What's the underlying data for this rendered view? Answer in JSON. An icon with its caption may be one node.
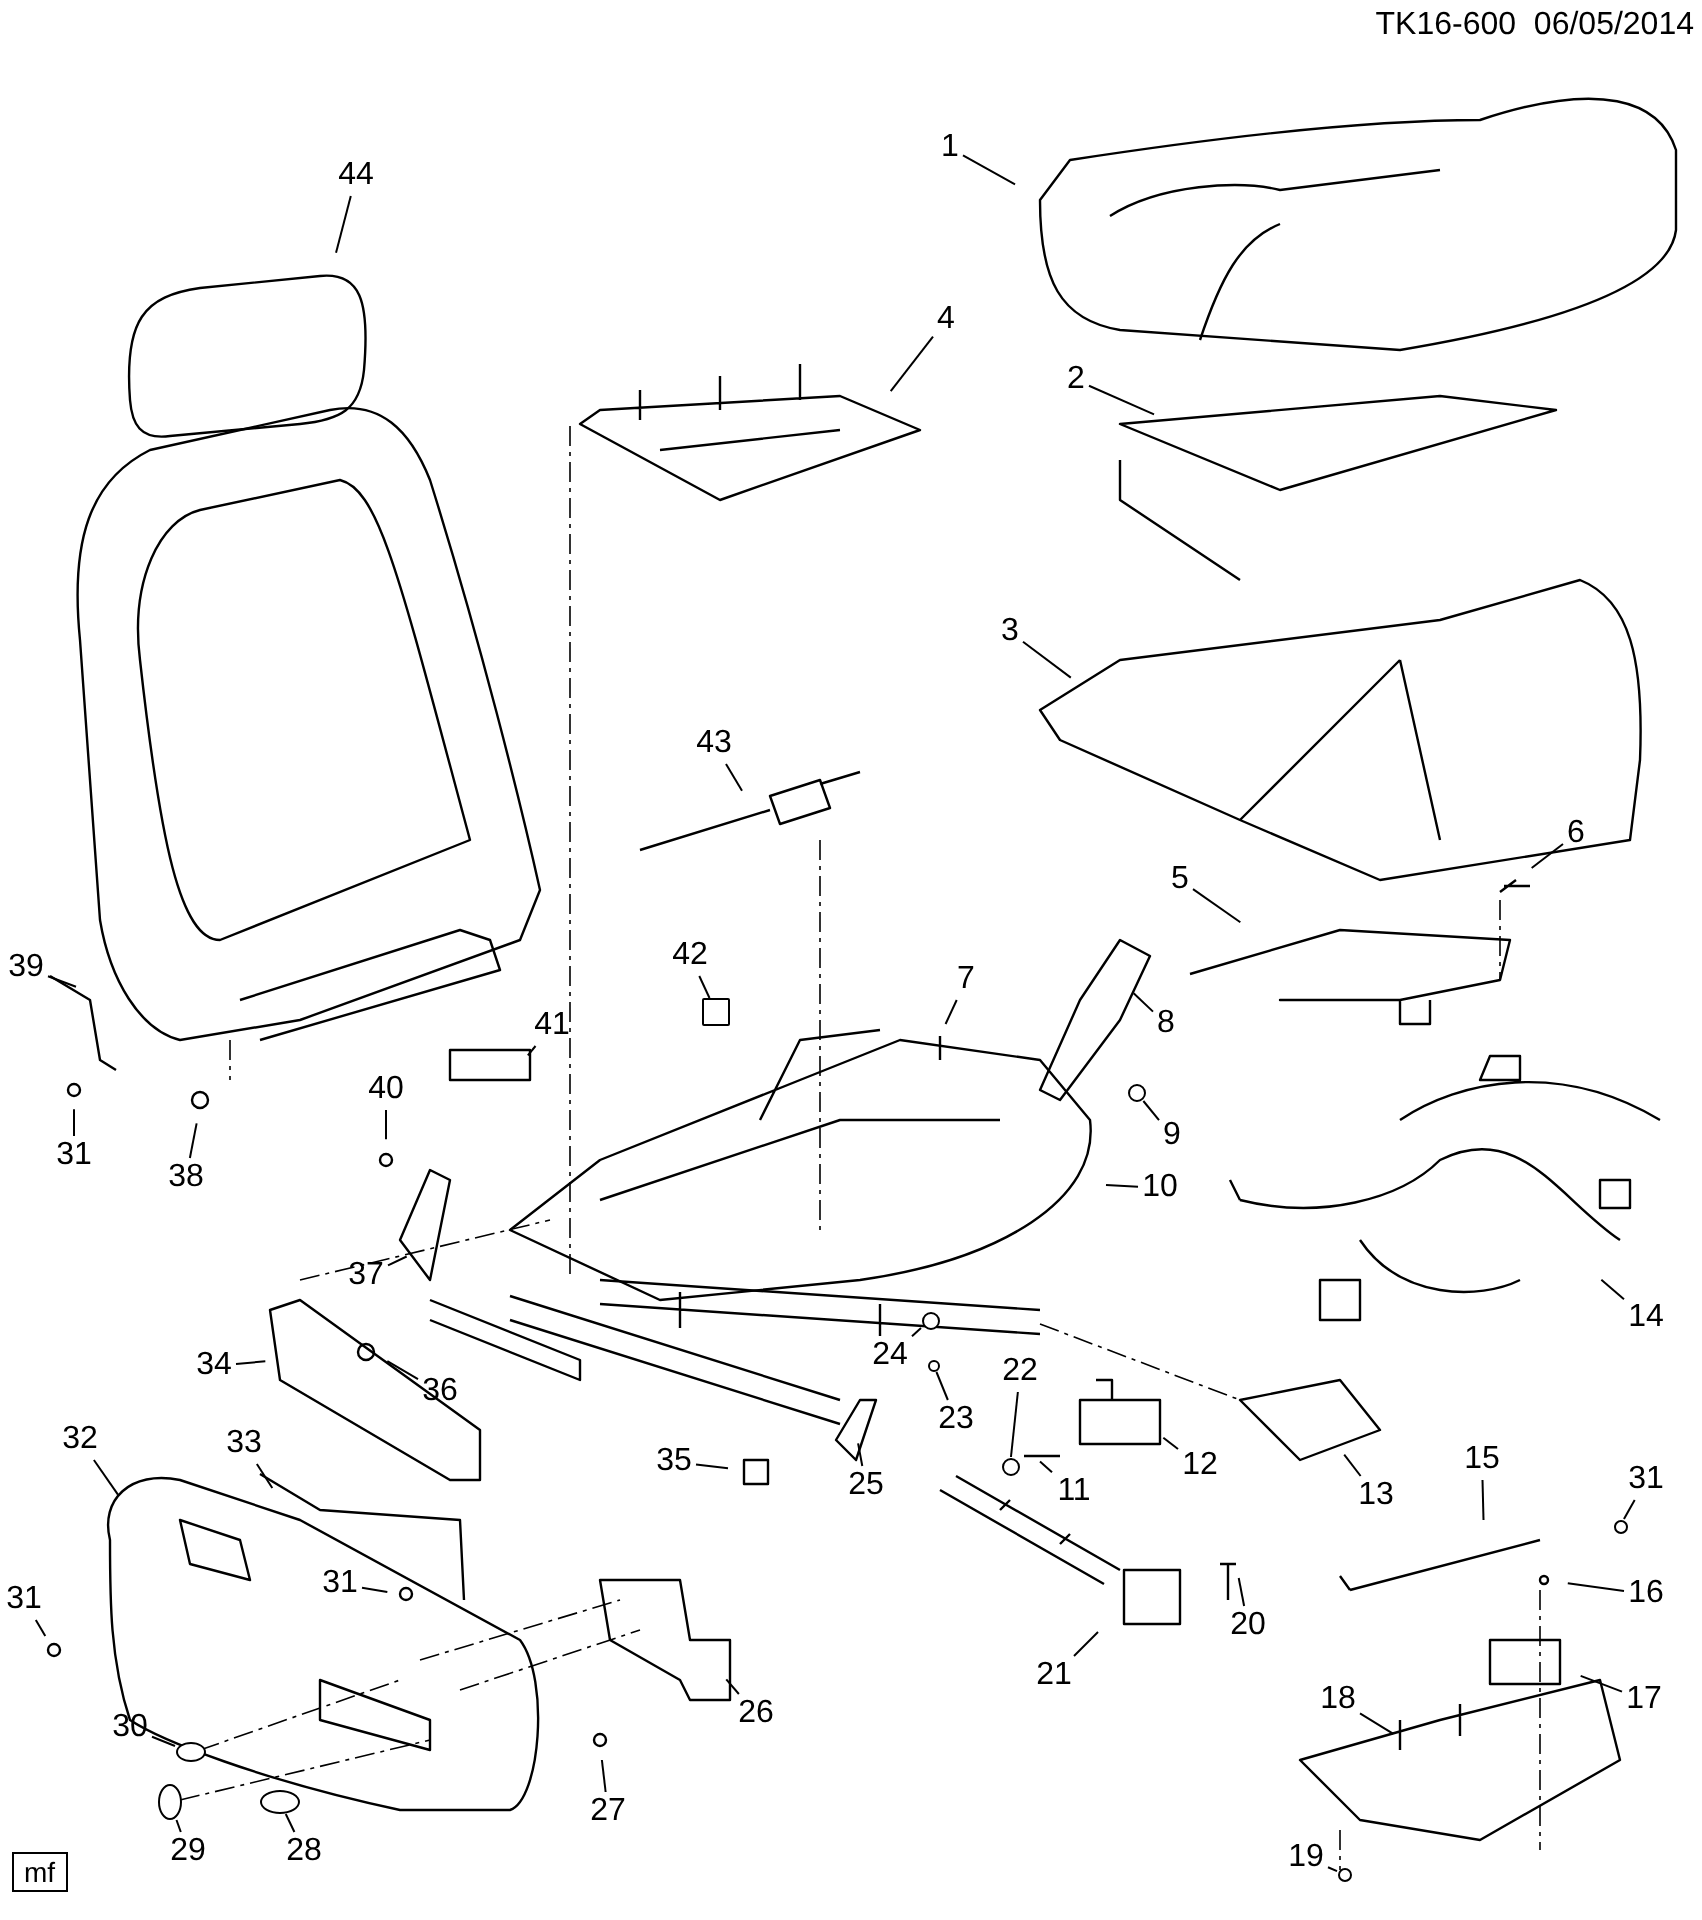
{
  "diagram": {
    "nodes": [
      {
        "text": [
          "1"
        ]
      },
      {
        "text": [
          "44"
        ]
      },
      {
        "text": [
          "4"
        ]
      },
      {
        "text": [
          "2"
        ]
      },
      {
        "text": [
          "3"
        ]
      },
      {
        "text": [
          "43"
        ]
      },
      {
        "text": [
          "6"
        ]
      },
      {
        "text": [
          "5"
        ]
      },
      {
        "text": [
          "42"
        ]
      },
      {
        "text": [
          "39"
        ]
      },
      {
        "text": [
          "7"
        ]
      },
      {
        "text": [
          "8"
        ]
      },
      {
        "text": [
          "41"
        ]
      },
      {
        "text": [
          "40"
        ]
      },
      {
        "text": [
          "9"
        ]
      },
      {
        "text": [
          "31"
        ]
      },
      {
        "text": [
          "38"
        ]
      },
      {
        "text": [
          "10"
        ]
      },
      {
        "text": [
          "37"
        ]
      },
      {
        "text": [
          "14"
        ]
      },
      {
        "text": [
          "24"
        ]
      },
      {
        "text": [
          "34"
        ]
      },
      {
        "text": [
          "22"
        ]
      },
      {
        "text": [
          "36"
        ]
      },
      {
        "text": [
          "23"
        ]
      },
      {
        "text": [
          "32"
        ]
      },
      {
        "text": [
          "33"
        ]
      },
      {
        "text": [
          "15"
        ]
      },
      {
        "text": [
          "35"
        ]
      },
      {
        "text": [
          "12"
        ]
      },
      {
        "text": [
          "31"
        ]
      },
      {
        "text": [
          "25"
        ]
      },
      {
        "text": [
          "11"
        ]
      },
      {
        "text": [
          "13"
        ]
      },
      {
        "text": [
          "31"
        ]
      },
      {
        "text": [
          "16"
        ]
      },
      {
        "text": [
          "31"
        ]
      },
      {
        "text": [
          "20"
        ]
      },
      {
        "text": [
          "21"
        ]
      },
      {
        "text": [
          "17"
        ]
      },
      {
        "text": [
          "18"
        ]
      },
      {
        "text": [
          "26"
        ]
      },
      {
        "text": [
          "30"
        ]
      },
      {
        "text": [
          "27"
        ]
      },
      {
        "text": [
          "29"
        ]
      },
      {
        "text": [
          "28"
        ]
      },
      {
        "text": [
          "19"
        ]
      },
      {
        "text": [
          "mf"
        ]
      },
      {
        "text": [],
        "shape": "box"
      },
      {
        "text": [],
        "shape": "circle"
      },
      {
        "text": [],
        "shape": "circle"
      },
      {
        "text": [],
        "shape": "circle"
      },
      {
        "text": [],
        "shape": "circle"
      },
      {
        "text": [],
        "shape": "circle"
      },
      {
        "text": [],
        "shape": "circle"
      },
      {
        "text": [],
        "shape": "circle"
      },
      {
        "text": [],
        "shape": "circle"
      },
      {
        "text": [],
        "shape": "circle"
      }
    ],
    "edges": [
      {
        "from": 0,
        "to": null,
        "arrow": "none"
      },
      {
        "from": 1,
        "to": null,
        "arrow": "none"
      },
      {
        "from": 2,
        "to": null,
        "arrow": "none"
      },
      {
        "from": 3,
        "to": null,
        "arrow": "none"
      },
      {
        "from": 4,
        "to": null,
        "arrow": "none"
      },
      {
        "from": 5,
        "to": null,
        "arrow": "none"
      },
      {
        "from": 6,
        "to": null,
        "arrow": "none"
      },
      {
        "from": 7,
        "to": null,
        "arrow": "none"
      },
      {
        "from": 8,
        "to": 48,
        "arrow": "none"
      },
      {
        "from": 9,
        "to": null,
        "arrow": "none"
      },
      {
        "from": 10,
        "to": null,
        "arrow": "none"
      },
      {
        "from": 11,
        "to": null,
        "arrow": "none"
      },
      {
        "from": 12,
        "to": null,
        "arrow": "none"
      },
      {
        "from": 13,
        "to": null,
        "arrow": "none"
      },
      {
        "from": 14,
        "to": 49,
        "arrow": "none"
      },
      {
        "from": 15,
        "to": null,
        "arrow": "none"
      },
      {
        "from": 16,
        "to": null,
        "arrow": "none"
      },
      {
        "from": 17,
        "to": null,
        "arrow": "none"
      },
      {
        "from": 18,
        "to": null,
        "arrow": "none"
      },
      {
        "from": 19,
        "to": null,
        "arrow": "none"
      },
      {
        "from": 20,
        "to": 50,
        "arrow": "none"
      },
      {
        "from": 21,
        "to": null,
        "arrow": "none"
      },
      {
        "from": 22,
        "to": 52,
        "arrow": "none"
      },
      {
        "from": 23,
        "to": null,
        "arrow": "none"
      },
      {
        "from": 24,
        "to": 51,
        "arrow": "none"
      },
      {
        "from": 25,
        "to": null,
        "arrow": "none"
      },
      {
        "from": 26,
        "to": null,
        "arrow": "none"
      },
      {
        "from": 27,
        "to": null,
        "arrow": "none"
      },
      {
        "from": 28,
        "to": null,
        "arrow": "none"
      },
      {
        "from": 29,
        "to": null,
        "arrow": "none"
      },
      {
        "from": 30,
        "to": 53,
        "arrow": "none"
      },
      {
        "from": 31,
        "to": null,
        "arrow": "none"
      },
      {
        "from": 32,
        "to": null,
        "arrow": "none"
      },
      {
        "from": 33,
        "to": null,
        "arrow": "none"
      },
      {
        "from": 34,
        "to": null,
        "arrow": "none"
      },
      {
        "from": 35,
        "to": null,
        "arrow": "none"
      },
      {
        "from": 36,
        "to": null,
        "arrow": "none"
      },
      {
        "from": 37,
        "to": null,
        "arrow": "none"
      },
      {
        "from": 38,
        "to": null,
        "arrow": "none"
      },
      {
        "from": 39,
        "to": null,
        "arrow": "none"
      },
      {
        "from": 40,
        "to": null,
        "arrow": "none"
      },
      {
        "from": 41,
        "to": null,
        "arrow": "none"
      },
      {
        "from": 42,
        "to": 54,
        "arrow": "none"
      },
      {
        "from": 43,
        "to": null,
        "arrow": "none"
      },
      {
        "from": 44,
        "to": 55,
        "arrow": "none"
      },
      {
        "from": 45,
        "to": 56,
        "arrow": "none"
      },
      {
        "from": 46,
        "to": 57,
        "arrow": "none"
      }
    ],
    "labels": [
      "TK16-600  06/05/2014"
    ]
  }
}
